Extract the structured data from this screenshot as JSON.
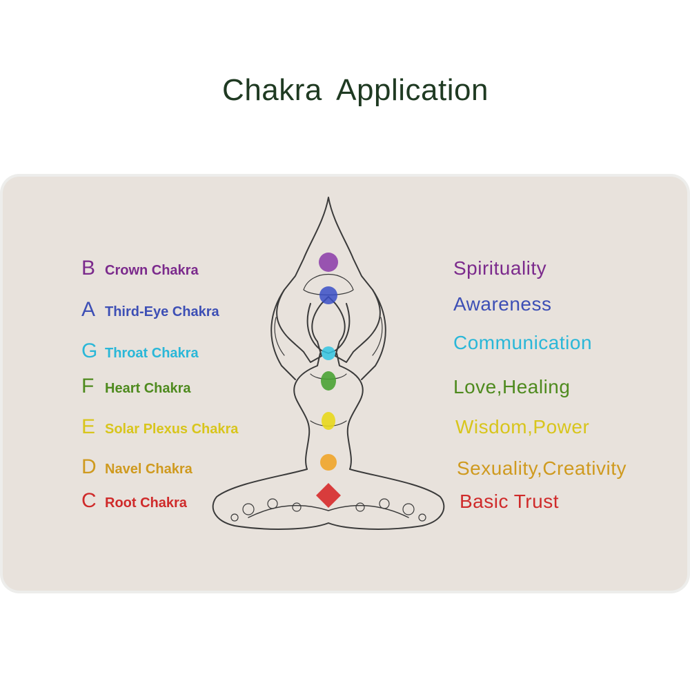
{
  "title": "Chakra  Application",
  "chakras": [
    {
      "letter": "B",
      "name": "Crown Chakra",
      "meaning": "Spirituality",
      "color": "#7b2a8c"
    },
    {
      "letter": "A",
      "name": "Third-Eye Chakra",
      "meaning": "Awareness",
      "color": "#3d4fb5"
    },
    {
      "letter": "G",
      "name": "Throat Chakra",
      "meaning": "Communication",
      "color": "#2ab7d8"
    },
    {
      "letter": "F",
      "name": "Heart Chakra",
      "meaning": "Love,Healing",
      "color": "#4e8a1e"
    },
    {
      "letter": "E",
      "name": "Solar Plexus Chakra",
      "meaning": "Wisdom,Power",
      "color": "#d8c51c"
    },
    {
      "letter": "D",
      "name": "Navel Chakra",
      "meaning": "Sexuality,Creativity",
      "color": "#cf9a1f"
    },
    {
      "letter": "C",
      "name": "Root Chakra",
      "meaning": "Basic Trust",
      "color": "#cf2a2a"
    }
  ],
  "figure_icon": "meditating-figure-illustration"
}
